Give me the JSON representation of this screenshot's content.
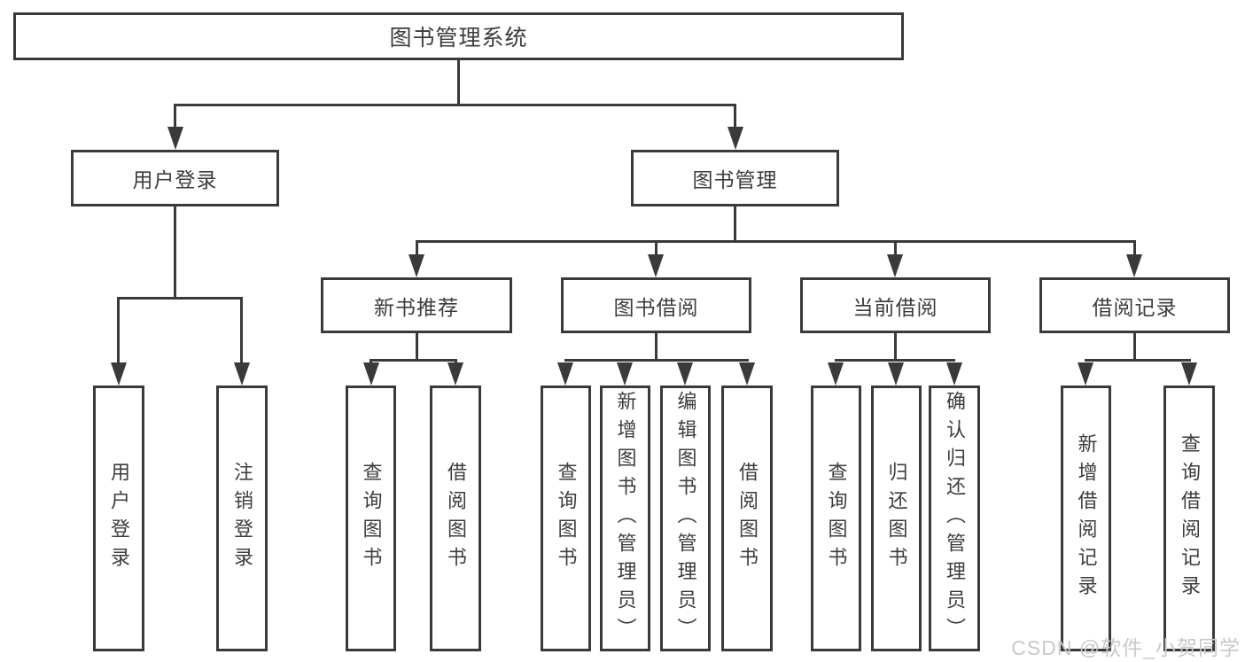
{
  "root": {
    "label": "图书管理系统"
  },
  "user_login": {
    "label": "用户登录",
    "children": {
      "login": "用户登录",
      "logout": "注销登录"
    }
  },
  "book_mgmt": {
    "label": "图书管理"
  },
  "new_books": {
    "label": "新书推荐",
    "children": {
      "query": "查询图书",
      "borrow": "借阅图书"
    }
  },
  "book_borrow": {
    "label": "图书借阅",
    "children": {
      "query": "查询图书",
      "add": "新增图书（管理员）",
      "edit": "编辑图书（管理员）",
      "borrow": "借阅图书"
    }
  },
  "current_borrow": {
    "label": "当前借阅",
    "children": {
      "query": "查询图书",
      "return": "归还图书",
      "confirm": "确认归还（管理员）"
    }
  },
  "borrow_records": {
    "label": "借阅记录",
    "children": {
      "add": "新增借阅记录",
      "query": "查询借阅记录"
    }
  },
  "watermark": "CSDN @软件_小贺同学",
  "colors": {
    "line": "#3a3a3a",
    "text": "#3d3d3d",
    "watermark": "#c9c9c9",
    "background": "#ffffff"
  }
}
